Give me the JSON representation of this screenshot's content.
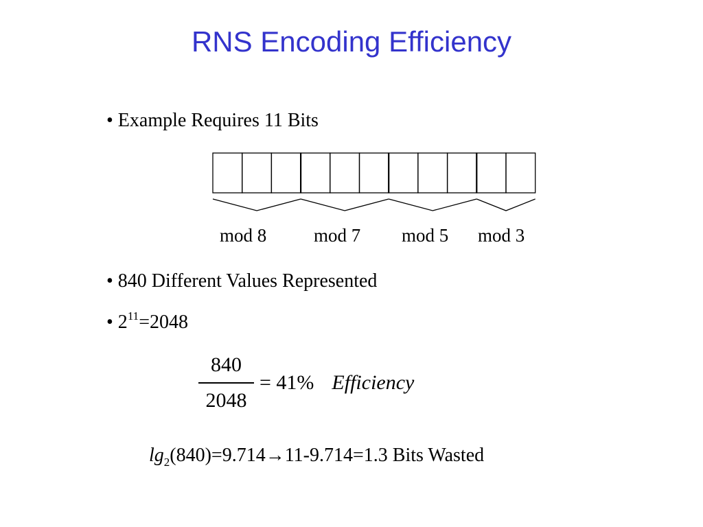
{
  "slide": {
    "title": "RNS Encoding Efficiency",
    "bullets": {
      "b1": "• Example Requires 11 Bits",
      "b2": "• 840 Different Values Represented",
      "b3_prefix": "• 2",
      "b3_sup": "11",
      "b3_suffix": "=2048"
    },
    "bit_register": {
      "bit_count": 11,
      "groups": [
        {
          "label": "mod 8",
          "bits": 3
        },
        {
          "label": "mod 7",
          "bits": 3
        },
        {
          "label": "mod 5",
          "bits": 3
        },
        {
          "label": "mod 3",
          "bits": 2
        }
      ]
    },
    "efficiency": {
      "numerator": "840",
      "denominator": "2048",
      "result": "= 41%",
      "label": "Efficiency"
    },
    "waste": {
      "lg": "lg",
      "base": "2",
      "expression": "(840)=9.714→11-9.714=1.3 Bits Wasted"
    }
  }
}
